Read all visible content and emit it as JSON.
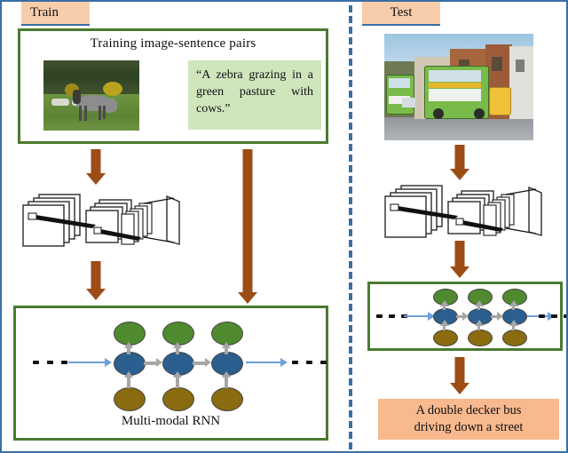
{
  "figure": {
    "left_panel": {
      "tab_label": "Train",
      "pairs_box": {
        "title": "Training image-sentence pairs",
        "image_alt": "zebra-grazing-photo",
        "quote": "“A zebra grazing in a green pasture with cows.”"
      },
      "cnn_alt": "convolutional-neural-network-diagram",
      "rnn_box": {
        "label": "Multi-modal RNN",
        "leading_dots": "· · ·",
        "trailing_dots": "· · ·",
        "node_columns": 3
      }
    },
    "right_panel": {
      "tab_label": "Test",
      "image_alt": "green-double-decker-bus-photo",
      "cnn_alt": "convolutional-neural-network-diagram",
      "rnn_box": {
        "leading_dots": "· · ·",
        "trailing_dots": "· · ·",
        "node_columns": 3
      },
      "caption_line1": "A double decker bus",
      "caption_line2": "driving down a street"
    },
    "colors": {
      "frame_blue": "#3a6ea5",
      "tab_peach": "#f8cdab",
      "panel_green": "#4a7a30",
      "quote_green": "#cfe6bd",
      "caption_orange": "#f8b98f",
      "arrow_brown": "#9c4d15",
      "node_green": "#4f8a2f",
      "node_blue": "#2a5f8f",
      "node_olive": "#8a6b0f"
    }
  }
}
